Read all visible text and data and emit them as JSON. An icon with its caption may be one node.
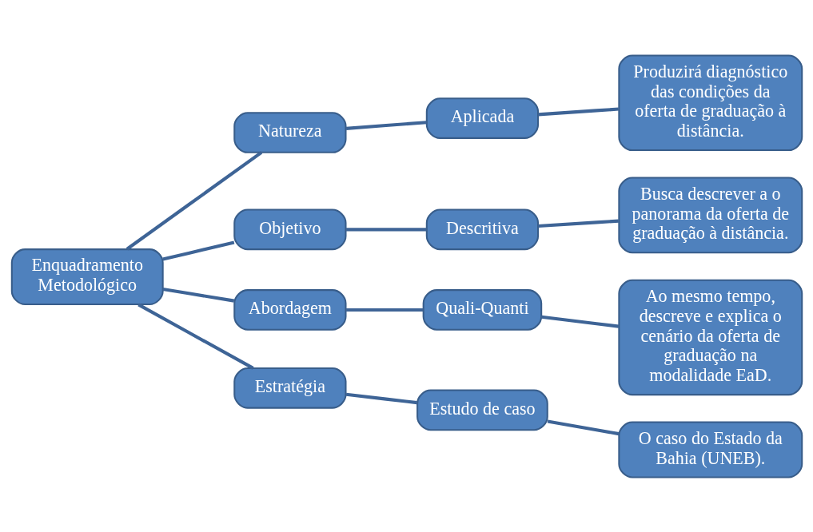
{
  "diagram": {
    "nodes": [
      {
        "text": [
          "Enquadramento Metodológico"
        ]
      },
      {
        "text": [
          "Natureza"
        ]
      },
      {
        "text": [
          "Aplicada"
        ]
      },
      {
        "text": [
          "Produzirá diagnóstico das condições da oferta de graduação à distância."
        ]
      },
      {
        "text": [
          "Objetivo"
        ]
      },
      {
        "text": [
          "Descritiva"
        ]
      },
      {
        "text": [
          "Busca descrever a o panorama da oferta de graduação à distância."
        ]
      },
      {
        "text": [
          "Abordagem"
        ]
      },
      {
        "text": [
          "Quali-Quanti"
        ]
      },
      {
        "text": [
          "Ao mesmo tempo, descreve e explica o cenário da oferta de graduação na modalidade EaD."
        ]
      },
      {
        "text": [
          "Estratégia"
        ]
      },
      {
        "text": [
          "Estudo de caso"
        ]
      },
      {
        "text": [
          "O caso do Estado da Bahia (UNEB)."
        ]
      }
    ],
    "edges": [
      {
        "from": 0,
        "to": 1,
        "arrow": "none"
      },
      {
        "from": 0,
        "to": 4,
        "arrow": "none"
      },
      {
        "from": 0,
        "to": 7,
        "arrow": "none"
      },
      {
        "from": 0,
        "to": 10,
        "arrow": "none"
      },
      {
        "from": 1,
        "to": 2,
        "arrow": "none"
      },
      {
        "from": 2,
        "to": 3,
        "arrow": "none"
      },
      {
        "from": 4,
        "to": 5,
        "arrow": "none"
      },
      {
        "from": 5,
        "to": 6,
        "arrow": "none"
      },
      {
        "from": 7,
        "to": 8,
        "arrow": "none"
      },
      {
        "from": 8,
        "to": 9,
        "arrow": "none"
      },
      {
        "from": 10,
        "to": 11,
        "arrow": "none"
      },
      {
        "from": 11,
        "to": 12,
        "arrow": "none"
      }
    ]
  }
}
